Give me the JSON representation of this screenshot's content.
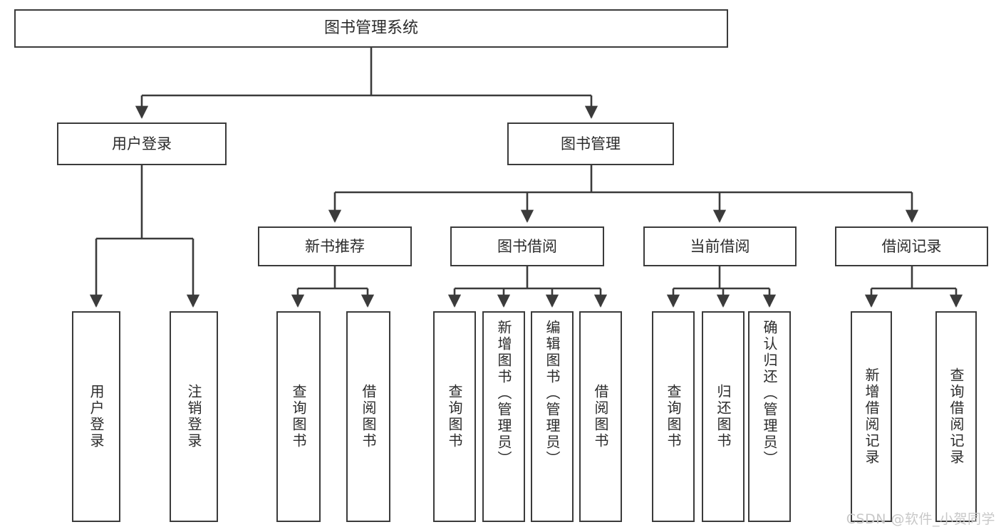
{
  "diagram": {
    "type": "tree-hierarchy",
    "title": "图书管理系统",
    "orientation": "top-down",
    "colors": {
      "node_border": "#3b3b3b",
      "node_fill": "#ffffff",
      "edge": "#3b3b3b",
      "text": "#2b2b2b",
      "watermark": "#c8c8c8",
      "background": "#ffffff"
    },
    "nodes": {
      "root": {
        "label": "图书管理系统"
      },
      "level2": [
        {
          "id": "user-login",
          "label": "用户登录"
        },
        {
          "id": "book-management",
          "label": "图书管理"
        }
      ],
      "level3": [
        {
          "id": "new-book-recommend",
          "label": "新书推荐"
        },
        {
          "id": "book-borrow",
          "label": "图书借阅"
        },
        {
          "id": "current-borrow",
          "label": "当前借阅"
        },
        {
          "id": "borrow-record",
          "label": "借阅记录"
        }
      ],
      "leaves": {
        "user_login": [
          {
            "id": "leaf-user-login",
            "label": "用户登录"
          },
          {
            "id": "leaf-logout-login",
            "label": "注销登录"
          }
        ],
        "new_book_recommend": [
          {
            "id": "leaf-query-book-1",
            "label": "查询图书"
          },
          {
            "id": "leaf-borrow-book-1",
            "label": "借阅图书"
          }
        ],
        "book_borrow": [
          {
            "id": "leaf-query-book-2",
            "label": "查询图书"
          },
          {
            "id": "leaf-add-book",
            "label": "新增图书（管理员）"
          },
          {
            "id": "leaf-edit-book",
            "label": "编辑图书（管理员）"
          },
          {
            "id": "leaf-borrow-book-2",
            "label": "借阅图书"
          }
        ],
        "current_borrow": [
          {
            "id": "leaf-query-book-3",
            "label": "查询图书"
          },
          {
            "id": "leaf-return-book",
            "label": "归还图书"
          },
          {
            "id": "leaf-confirm-return",
            "label": "确认归还（管理员）"
          }
        ],
        "borrow_record": [
          {
            "id": "leaf-add-record",
            "label": "新增借阅记录"
          },
          {
            "id": "leaf-query-record",
            "label": "查询借阅记录"
          }
        ]
      }
    }
  },
  "watermark": {
    "text": "CSDN @软件_小贺同学"
  }
}
